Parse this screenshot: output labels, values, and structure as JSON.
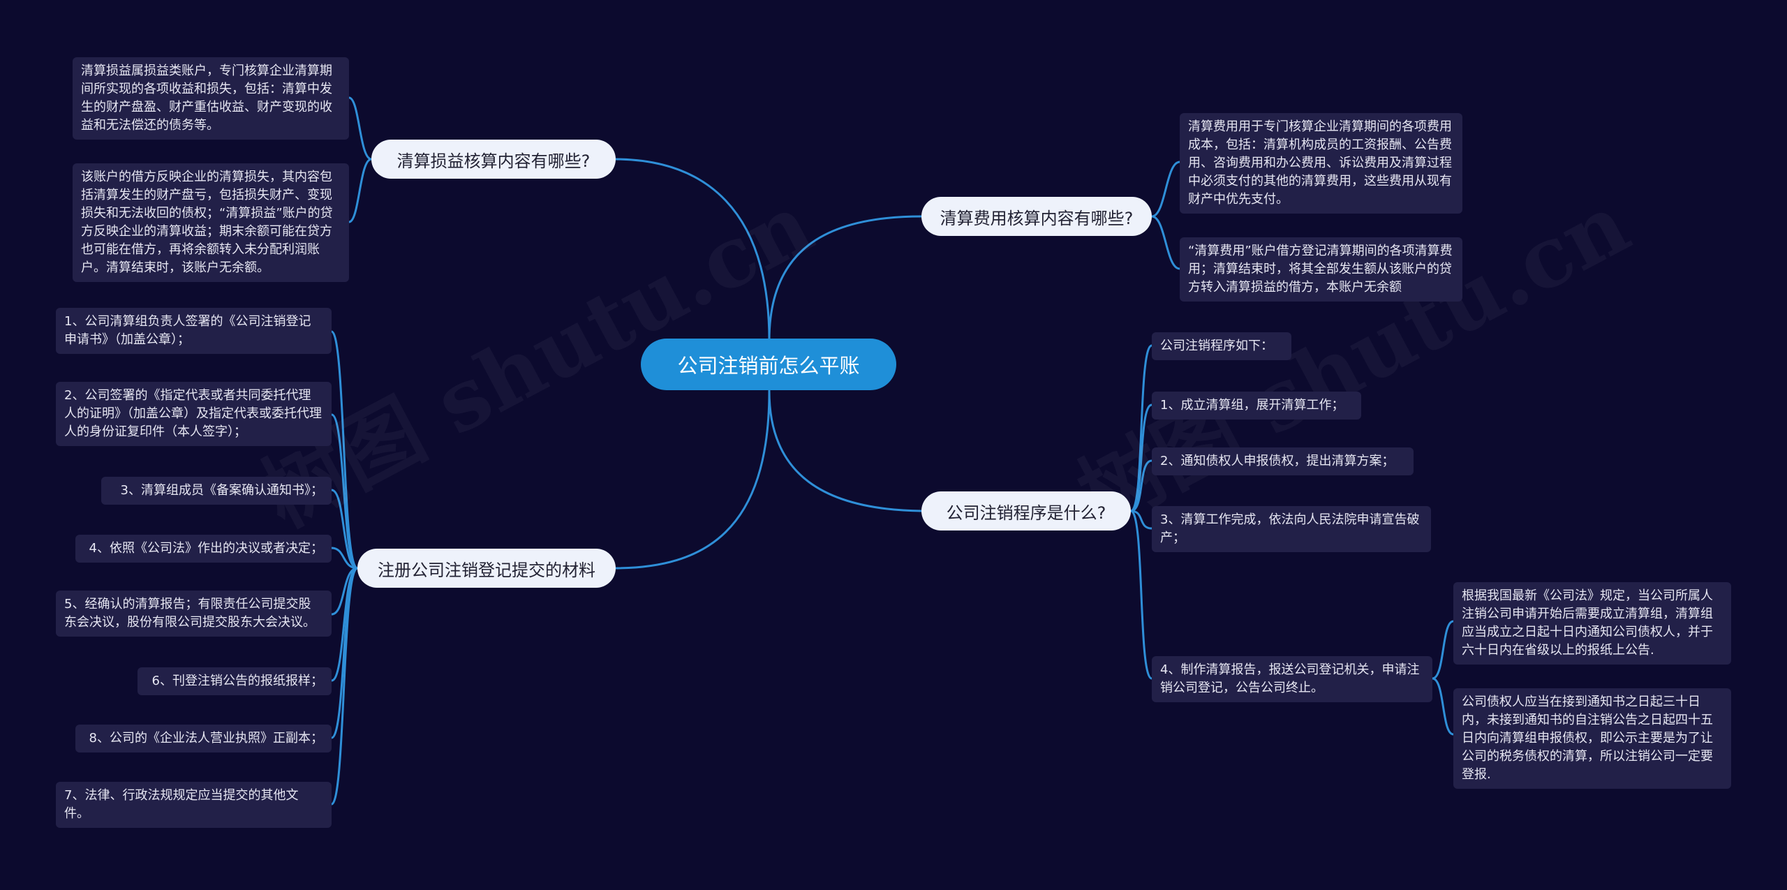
{
  "root": {
    "label": "公司注销前怎么平账"
  },
  "watermark": "树图 shutu.cn",
  "branches": {
    "b1": {
      "label": "清算损益核算内容有哪些?",
      "leaves": [
        "清算损益属损益类账户，专门核算企业清算期间所实现的各项收益和损失，包括：清算中发生的财产盘盈、财产重估收益、财产变现的收益和无法偿还的债务等。",
        "该账户的借方反映企业的清算损失，其内容包括清算发生的财产盘亏，包括损失财产、变现损失和无法收回的债权；“清算损益”账户的贷方反映企业的清算收益；期末余额可能在贷方也可能在借方，再将余额转入未分配利润账户。清算结束时，该账户无余额。"
      ]
    },
    "b2": {
      "label": "注册公司注销登记提交的材料",
      "leaves": [
        "1、公司清算组负责人签署的《公司注销登记申请书》（加盖公章）；",
        "2、公司签署的《指定代表或者共同委托代理人的证明》（加盖公章）及指定代表或委托代理人的身份证复印件（本人签字）；",
        "3、清算组成员《备案确认通知书》；",
        "4、依照《公司法》作出的决议或者决定；",
        "5、经确认的清算报告；有限责任公司提交股东会决议，股份有限公司提交股东大会决议。",
        "6、刊登注销公告的报纸报样；",
        "8、公司的《企业法人营业执照》正副本；",
        "7、法律、行政法规规定应当提交的其他文件。"
      ]
    },
    "b3": {
      "label": "清算费用核算内容有哪些?",
      "leaves": [
        "清算费用用于专门核算企业清算期间的各项费用成本，包括：清算机构成员的工资报酬、公告费用、咨询费用和办公费用、诉讼费用及清算过程中必须支付的其他的清算费用，这些费用从现有财产中优先支付。",
        "“清算费用”账户借方登记清算期间的各项清算费用；清算结束时，将其全部发生额从该账户的贷方转入清算损益的借方，本账户无余额"
      ]
    },
    "b4": {
      "label": "公司注销程序是什么?",
      "leaves": [
        "公司注销程序如下：",
        "1、成立清算组，展开清算工作；",
        "2、通知债权人申报债权，提出清算方案；",
        "3、清算工作完成，依法向人民法院申请宣告破产；",
        "4、制作清算报告，报送公司登记机关，申请注销公司登记，公告公司终止。"
      ],
      "subleaves": [
        "根据我国最新《公司法》规定，当公司所属人注销公司申请开始后需要成立清算组，清算组应当成立之日起十日内通知公司债权人，并于六十日内在省级以上的报纸上公告.",
        "公司债权人应当在接到通知书之日起三十日内，未接到通知书的自注销公告之日起四十五日内向清算组申报债权，即公示主要是为了让公司的税务债权的清算，所以注销公司一定要登报."
      ]
    }
  },
  "colors": {
    "background": "#0c0a2e",
    "link": "#2f8fd8",
    "root": "#1f8fd8",
    "branch": "#eef2fb",
    "leaf": "#222048"
  }
}
